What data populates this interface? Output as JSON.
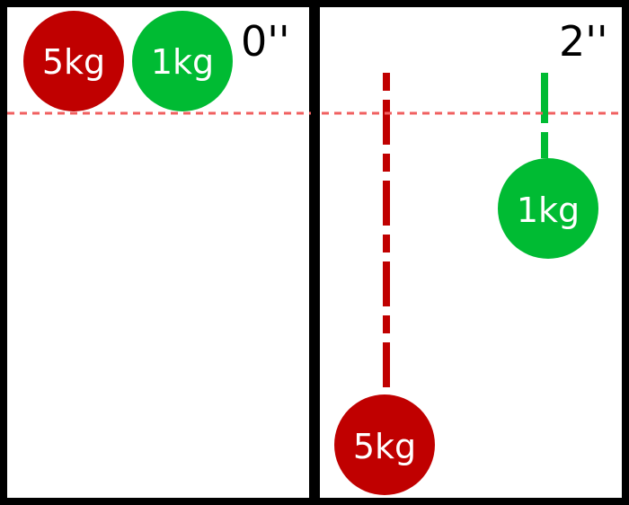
{
  "colors": {
    "heavy": "#C00000",
    "light": "#00BB33",
    "reference_line": "#F06060",
    "frame": "#000000"
  },
  "panels": [
    {
      "time_label": "0''",
      "balls": [
        {
          "label": "5kg",
          "color_key": "heavy",
          "trail": "none"
        },
        {
          "label": "1kg",
          "color_key": "light",
          "trail": "none"
        }
      ]
    },
    {
      "time_label": "2''",
      "balls": [
        {
          "label": "5kg",
          "color_key": "heavy",
          "trail": "dashed"
        },
        {
          "label": "1kg",
          "color_key": "light",
          "trail": "dashed"
        }
      ]
    }
  ],
  "reference_line": {
    "style": "dashed"
  }
}
